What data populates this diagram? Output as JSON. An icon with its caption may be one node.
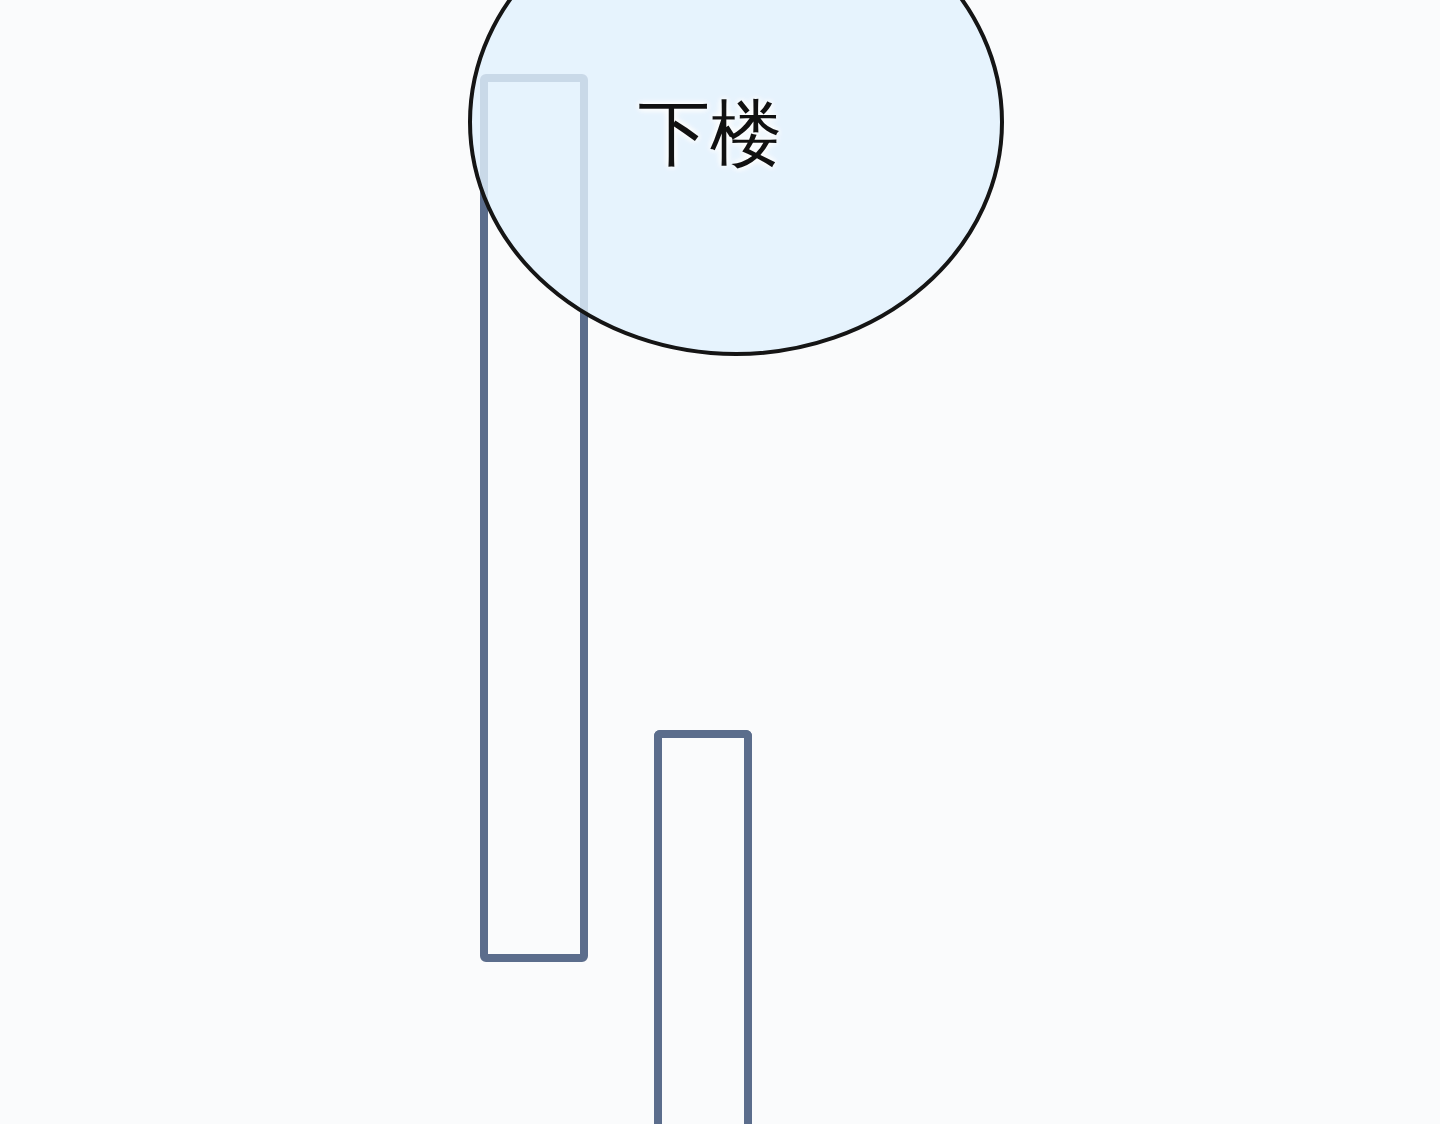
{
  "diagram": {
    "nodes": [
      {
        "text": [
          "下楼"
        ]
      },
      {
        "text": [],
        "shape": "box"
      },
      {
        "text": [],
        "shape": "box"
      }
    ]
  }
}
